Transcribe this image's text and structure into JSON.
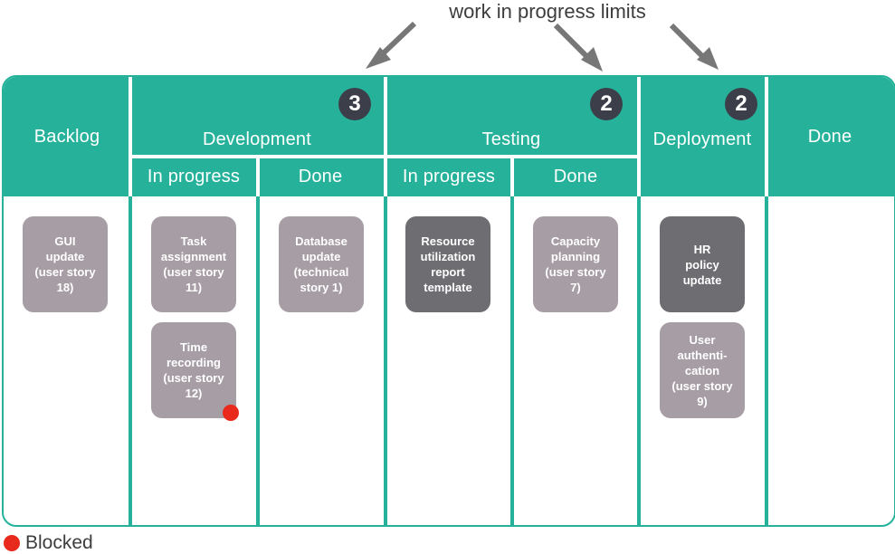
{
  "caption": "work in progress limits",
  "columns": {
    "backlog": "Backlog",
    "development": "Development",
    "testing": "Testing",
    "deployment": "Deployment",
    "done": "Done"
  },
  "subcolumns": {
    "dev_in_progress": "In progress",
    "dev_done": "Done",
    "test_in_progress": "In progress",
    "test_done": "Done"
  },
  "wip_limits": {
    "development": "3",
    "testing": "2",
    "deployment": "2"
  },
  "cards": {
    "gui_update": "GUI\nupdate\n(user story\n18)",
    "task_assignment": "Task\nassignment\n(user story\n11)",
    "time_recording": "Time\nrecording\n(user story\n12)",
    "database_update": "Database\nupdate\n(technical\nstory 1)",
    "resource_utilization": "Resource\nutilization\nreport\ntemplate",
    "capacity_planning": "Capacity\nplanning\n(user story\n7)",
    "hr_policy": "HR\npolicy\nupdate",
    "user_authentication": "User\nauthenti-\ncation\n(user story\n9)"
  },
  "colors": {
    "teal": "#26b29a",
    "card_light": "#a79da4",
    "card_dark": "#6e6d72",
    "blocked": "#e8291c",
    "badge": "#3c3f4a"
  },
  "legend": {
    "blocked": "Blocked"
  }
}
